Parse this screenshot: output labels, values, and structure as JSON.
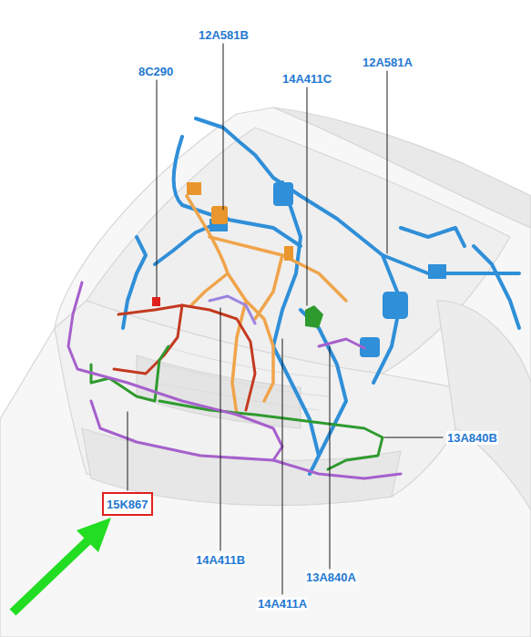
{
  "diagram": {
    "nodes": [
      {
        "text": [
          "15K867"
        ]
      }
    ],
    "labels": [
      "12A581B",
      "8C290",
      "14A411C",
      "12A581A",
      "13A840B",
      "14A411B",
      "13A840A",
      "14A411A"
    ]
  }
}
